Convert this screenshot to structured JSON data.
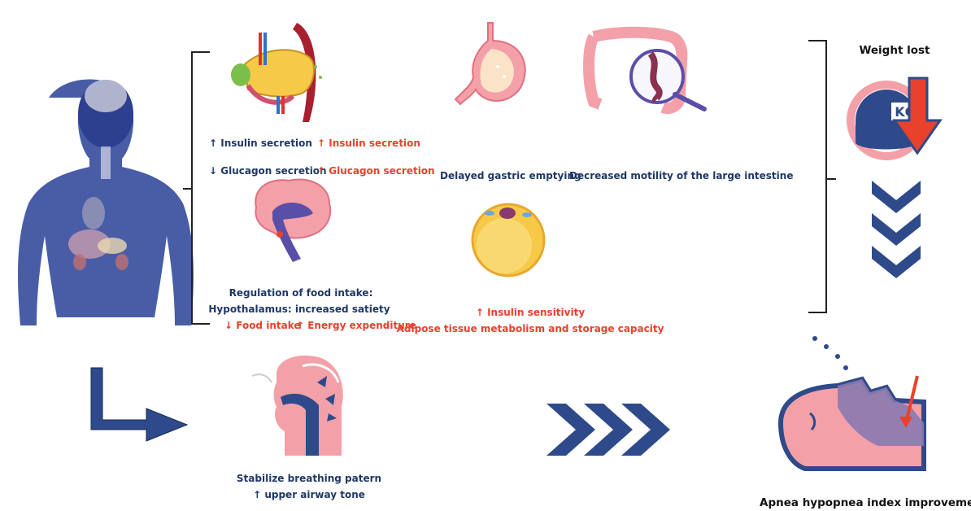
{
  "colors": {
    "navy": "#1f3864",
    "red": "#e8412c",
    "pink": "#f4a0a8",
    "body_blue": "#3a4fa0",
    "purple": "#5a4fa8",
    "fat_yellow": "#f7c948"
  },
  "pancreas": {
    "line1_left": "↑ Insulin secretion",
    "line1_right": "↑ Insulin secretion",
    "line2_left": "↓ Glucagon secretion",
    "line2_right": "↑ Glucagon secretion"
  },
  "stomach": {
    "label": "Delayed gastric emptying"
  },
  "intestine": {
    "label": "Decreased motility of the large intestine"
  },
  "brain": {
    "line1": "Regulation of food intake:",
    "line2": "Hypothalamus: increased satiety",
    "line3_a": "↓ Food intake",
    "line3_b": "↑ Energy expenditure"
  },
  "adipose": {
    "line1": "↑ Insulin sensitivity",
    "line2": "Adipose tissue metabolism and storage capacity"
  },
  "weight": {
    "title": "Weight lost",
    "kg_text": "KG"
  },
  "airway": {
    "line1": "Stabilize breathing patern",
    "line2": "↑ upper airway tone"
  },
  "apnea": {
    "label": "Apnea hypopnea index improvement"
  }
}
